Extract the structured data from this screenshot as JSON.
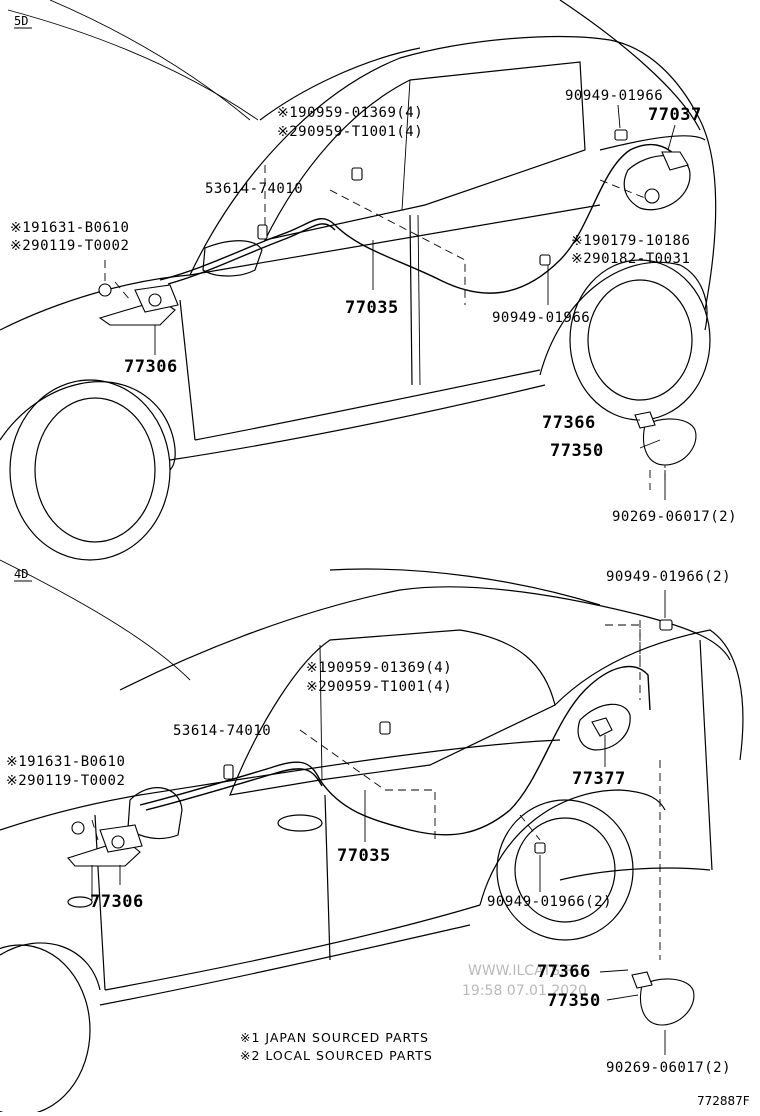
{
  "sections": {
    "top": "5D",
    "bottom": "4D"
  },
  "labels_5d": {
    "clip_j": "※190959-01369(4)",
    "clip_l": "※290959-T1001(4)",
    "cable_clip_right": "90949-01966",
    "opener_assy": "77037",
    "grommet": "53614-74010",
    "bolt_j": "※191631-B0610",
    "bolt_l": "※290119-T0002",
    "cable": "77035",
    "screw_j": "※190179-10186",
    "screw_l": "※290182-T0031",
    "cable_clip_lower": "90949-01966",
    "lever": "77306",
    "hinge": "77366",
    "lid": "77350",
    "lid_screw": "90269-06017(2)"
  },
  "labels_4d": {
    "cable_clip_right": "90949-01966(2)",
    "clip_j": "※190959-01369(4)",
    "clip_l": "※290959-T1001(4)",
    "grommet": "53614-74010",
    "bolt_j": "※191631-B0610",
    "bolt_l": "※290119-T0002",
    "lock": "77377",
    "cable": "77035",
    "lever": "77306",
    "cable_clip_lower": "90949-01966(2)",
    "hinge": "77366",
    "lid": "77350",
    "lid_screw": "90269-06017(2)"
  },
  "notes": {
    "japan": "※1 JAPAN SOURCED PARTS",
    "local": "※2 LOCAL SOURCED PARTS"
  },
  "watermark": {
    "site": "WWW.ILCATS.RU",
    "stamp": "19:58 07.01.2020"
  },
  "figure_code": "772887F"
}
